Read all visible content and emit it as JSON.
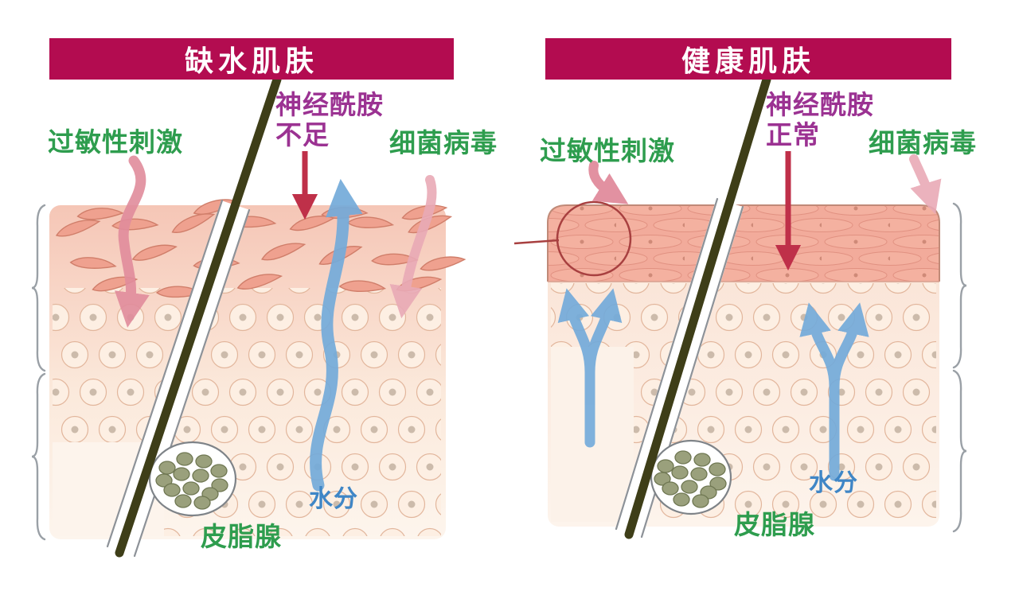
{
  "panels": {
    "left": {
      "title": "缺水肌肤",
      "labels": {
        "allergen": "过敏性刺激",
        "ceramide_line1": "神经酰胺",
        "ceramide_line2": "不足",
        "bacteria": "细菌病毒",
        "moisture": "水分",
        "sebaceous_gland": "皮脂腺"
      }
    },
    "right": {
      "title": "健康肌肤",
      "labels": {
        "allergen": "过敏性刺激",
        "ceramide_line1": "神经酰胺",
        "ceramide_line2": "正常",
        "bacteria": "细菌病毒",
        "moisture": "水分",
        "sebaceous_gland": "皮脂腺"
      }
    }
  },
  "colors": {
    "banner_bg": "#b30c50",
    "banner_text": "#ffffff",
    "label_green": "#2e9d4e",
    "label_purple": "#9b3292",
    "label_blue": "#3f86c6",
    "arrow_red": "#bf3049",
    "arrow_pink": "#e18c9c",
    "arrow_blue": "#74abda"
  }
}
